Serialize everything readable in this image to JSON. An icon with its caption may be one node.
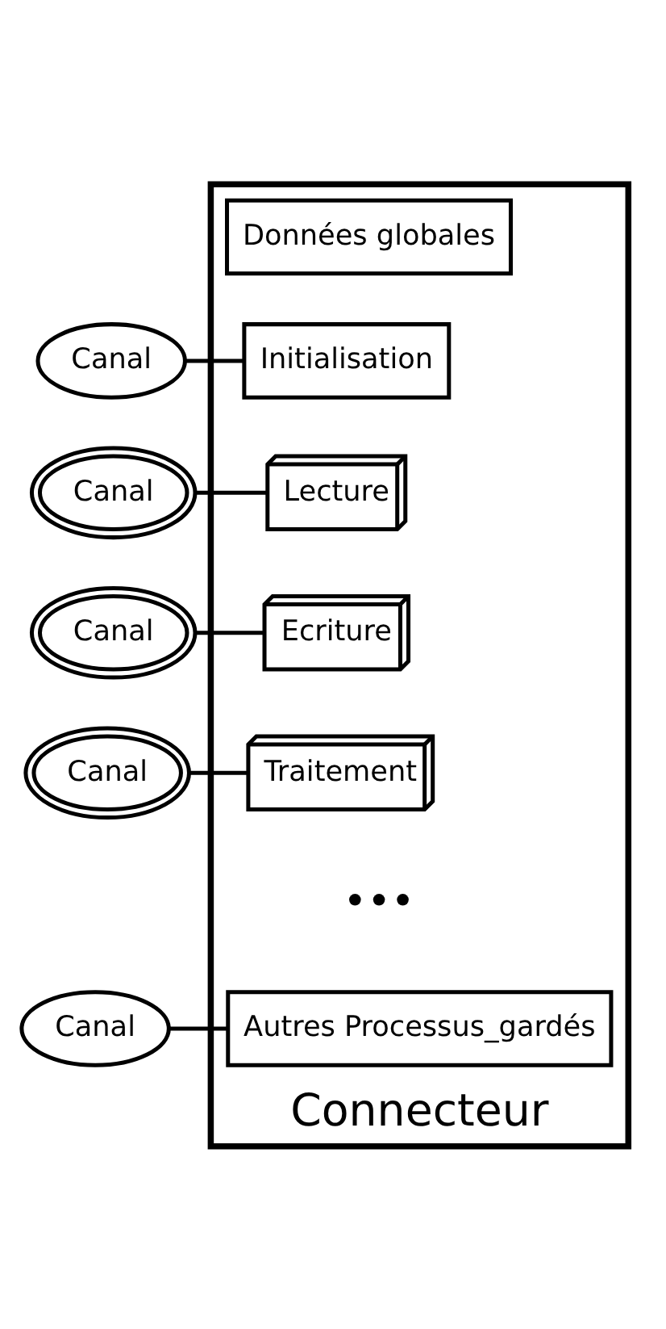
{
  "diagram": {
    "nodes": [
      {
        "text": [
          "Connecteur"
        ]
      },
      {
        "text": [
          "Données globales"
        ],
        "in": 0
      },
      {
        "text": [
          "Canal"
        ]
      },
      {
        "text": [
          "Initialisation"
        ],
        "in": 0
      },
      {
        "text": [
          "Canal"
        ]
      },
      {
        "text": [
          "Lecture"
        ],
        "in": 0
      },
      {
        "text": [
          "Canal"
        ]
      },
      {
        "text": [
          "Ecriture"
        ],
        "in": 0
      },
      {
        "text": [
          "Canal"
        ]
      },
      {
        "text": [
          "Traitement"
        ],
        "in": 0
      },
      {
        "text": [
          "Canal"
        ]
      },
      {
        "text": [
          "Autres Processus_gardés"
        ],
        "in": 0
      }
    ],
    "edges": [
      {
        "from": 2,
        "to": 3,
        "arrow": "none"
      },
      {
        "from": 4,
        "to": 5,
        "arrow": "none"
      },
      {
        "from": 6,
        "to": 7,
        "arrow": "none"
      },
      {
        "from": 8,
        "to": 9,
        "arrow": "none"
      },
      {
        "from": 10,
        "to": 11,
        "arrow": "none"
      }
    ],
    "labels": [
      "•••"
    ]
  }
}
